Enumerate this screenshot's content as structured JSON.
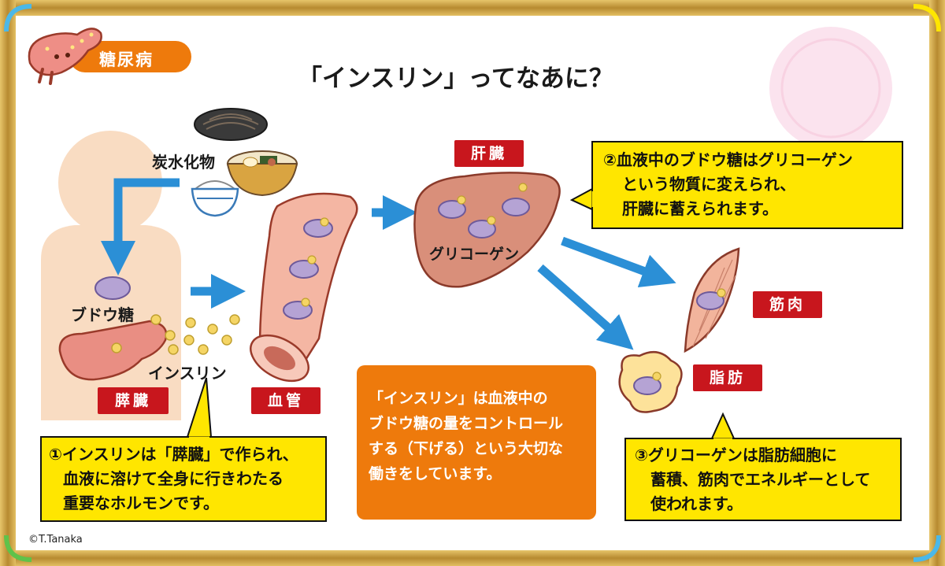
{
  "category_badge": "糖尿病",
  "title": "「インスリン」ってなあに？",
  "labels": {
    "carbs": "炭水化物",
    "glucose": "ブドウ糖",
    "insulin": "インスリン",
    "glycogen": "グリコーゲン"
  },
  "tags": {
    "pancreas": "膵臓",
    "blood_vessel": "血管",
    "liver": "肝臓",
    "muscle": "筋肉",
    "fat": "脂肪"
  },
  "notes": {
    "note1": [
      "①インスリンは「膵臓」で作られ、",
      "血液に溶けて全身に行きわたる",
      "重要なホルモンです。"
    ],
    "note2": [
      "②血液中のブドウ糖はグリコーゲン",
      "という物質に変えられ、",
      "肝臓に蓄えられます。"
    ],
    "note3": [
      "③グリコーゲンは脂肪細胞に",
      "蓄積、筋肉でエネルギーとして",
      "使われます。"
    ]
  },
  "center_box": [
    "「インスリン」は血液中の",
    "ブドウ糖の量をコントロール",
    "する（下げる）という大切な",
    "働きをしています。"
  ],
  "copyright": "©T.Tanaka",
  "colors": {
    "frame_gold": "#c9a045",
    "tag_red": "#c8161d",
    "note_yellow": "#ffe600",
    "center_orange": "#ee7a0c",
    "arrow_blue": "#2b8fd6",
    "glucose_purple": "#b5a3d4",
    "insulin_yellow": "#f5d565",
    "liver_brown": "#d98f7a",
    "vessel_pink": "#f4b6a3",
    "body_peach": "#f9dcc2"
  },
  "icons": [
    "pancreas-mascot-icon",
    "noodle-plate-icon",
    "ramen-bowl-icon",
    "rice-bowl-icon"
  ]
}
